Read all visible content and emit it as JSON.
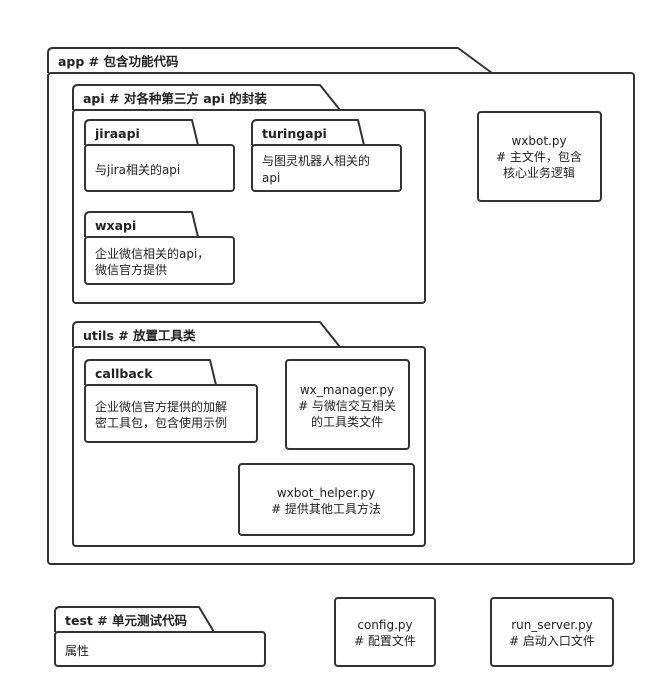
{
  "app": {
    "title": "app # 包含功能代码"
  },
  "api": {
    "title": "api # 对各种第三方 api 的封装"
  },
  "jiraapi": {
    "title": "jiraapi",
    "desc": "与jira相关的api"
  },
  "turingapi": {
    "title": "turingapi",
    "desc_line1": "与图灵机器人相关的",
    "desc_line2": "api"
  },
  "wxapi": {
    "title": "wxapi",
    "desc_line1": "企业微信相关的api，",
    "desc_line2": "微信官方提供"
  },
  "wxbot": {
    "name": "wxbot.py",
    "line1": "# 主文件，包含",
    "line2": "核心业务逻辑"
  },
  "utils": {
    "title": "utils # 放置工具类"
  },
  "callback": {
    "title": "callback",
    "desc_line1": "企业微信官方提供的加解",
    "desc_line2": "密工具包，包含使用示例"
  },
  "wx_manager": {
    "name": "wx_manager.py",
    "line1": "# 与微信交互相关",
    "line2": "的工具类文件"
  },
  "wxbot_helper": {
    "name": "wxbot_helper.py",
    "line1": "# 提供其他工具方法"
  },
  "test": {
    "title": "test # 单元测试代码",
    "desc": "属性"
  },
  "config": {
    "name": "config.py",
    "line1": "# 配置文件"
  },
  "run_server": {
    "name": "run_server.py",
    "line1": "# 启动入口文件"
  }
}
